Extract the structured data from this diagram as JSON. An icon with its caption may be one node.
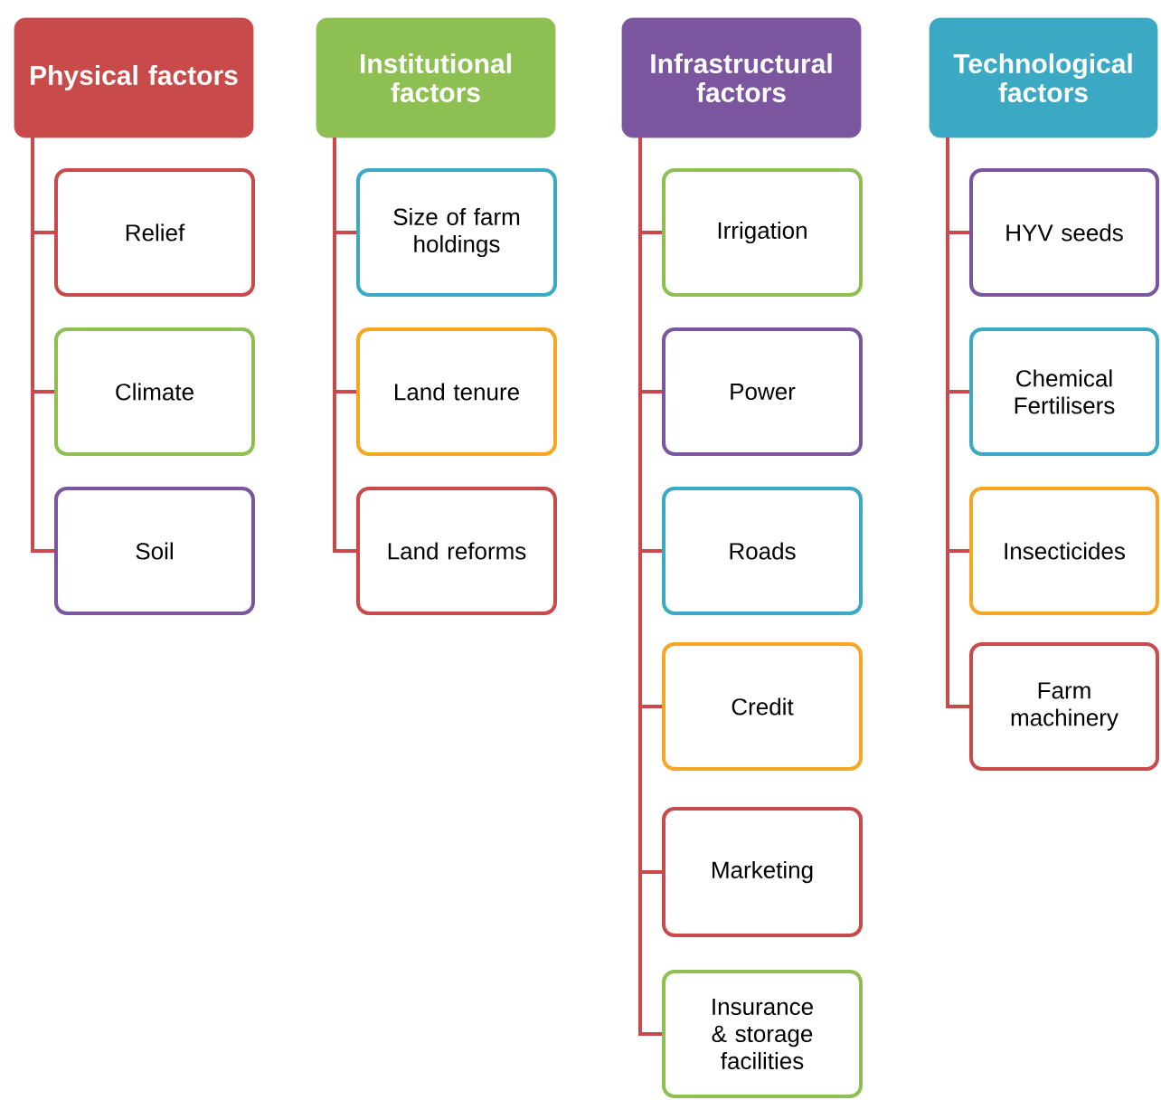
{
  "diagram": {
    "nodes": [
      {
        "text": [
          "Physical factors"
        ]
      },
      {
        "text": [
          "Relief"
        ]
      },
      {
        "text": [
          "Climate"
        ]
      },
      {
        "text": [
          "Soil"
        ]
      },
      {
        "text": [
          "Institutional factors"
        ]
      },
      {
        "text": [
          "Size of farm holdings"
        ]
      },
      {
        "text": [
          "Land tenure"
        ]
      },
      {
        "text": [
          "Land reforms"
        ]
      },
      {
        "text": [
          "Infrastructural factors"
        ]
      },
      {
        "text": [
          "Irrigation"
        ]
      },
      {
        "text": [
          "Power"
        ]
      },
      {
        "text": [
          "Roads"
        ]
      },
      {
        "text": [
          "Credit"
        ]
      },
      {
        "text": [
          "Marketing"
        ]
      },
      {
        "text": [
          "Insurance & storage facilities"
        ]
      },
      {
        "text": [
          "Technological factors"
        ]
      },
      {
        "text": [
          "HYV seeds"
        ]
      },
      {
        "text": [
          "Chemical Fertilisers"
        ]
      },
      {
        "text": [
          "Insecticides"
        ]
      },
      {
        "text": [
          "Farm machinery"
        ]
      }
    ],
    "edges": [
      {
        "from": 0,
        "to": 1,
        "arrow": "none"
      },
      {
        "from": 0,
        "to": 2,
        "arrow": "none"
      },
      {
        "from": 0,
        "to": 3,
        "arrow": "none"
      },
      {
        "from": 4,
        "to": 5,
        "arrow": "none"
      },
      {
        "from": 4,
        "to": 6,
        "arrow": "none"
      },
      {
        "from": 4,
        "to": 7,
        "arrow": "none"
      },
      {
        "from": 8,
        "to": 9,
        "arrow": "none"
      },
      {
        "from": 8,
        "to": 10,
        "arrow": "none"
      },
      {
        "from": 8,
        "to": 11,
        "arrow": "none"
      },
      {
        "from": 8,
        "to": 12,
        "arrow": "none"
      },
      {
        "from": 8,
        "to": 13,
        "arrow": "none"
      },
      {
        "from": 8,
        "to": 14,
        "arrow": "none"
      },
      {
        "from": 15,
        "to": 16,
        "arrow": "none"
      },
      {
        "from": 15,
        "to": 17,
        "arrow": "none"
      },
      {
        "from": 15,
        "to": 18,
        "arrow": "none"
      },
      {
        "from": 15,
        "to": 19,
        "arrow": "none"
      }
    ]
  }
}
